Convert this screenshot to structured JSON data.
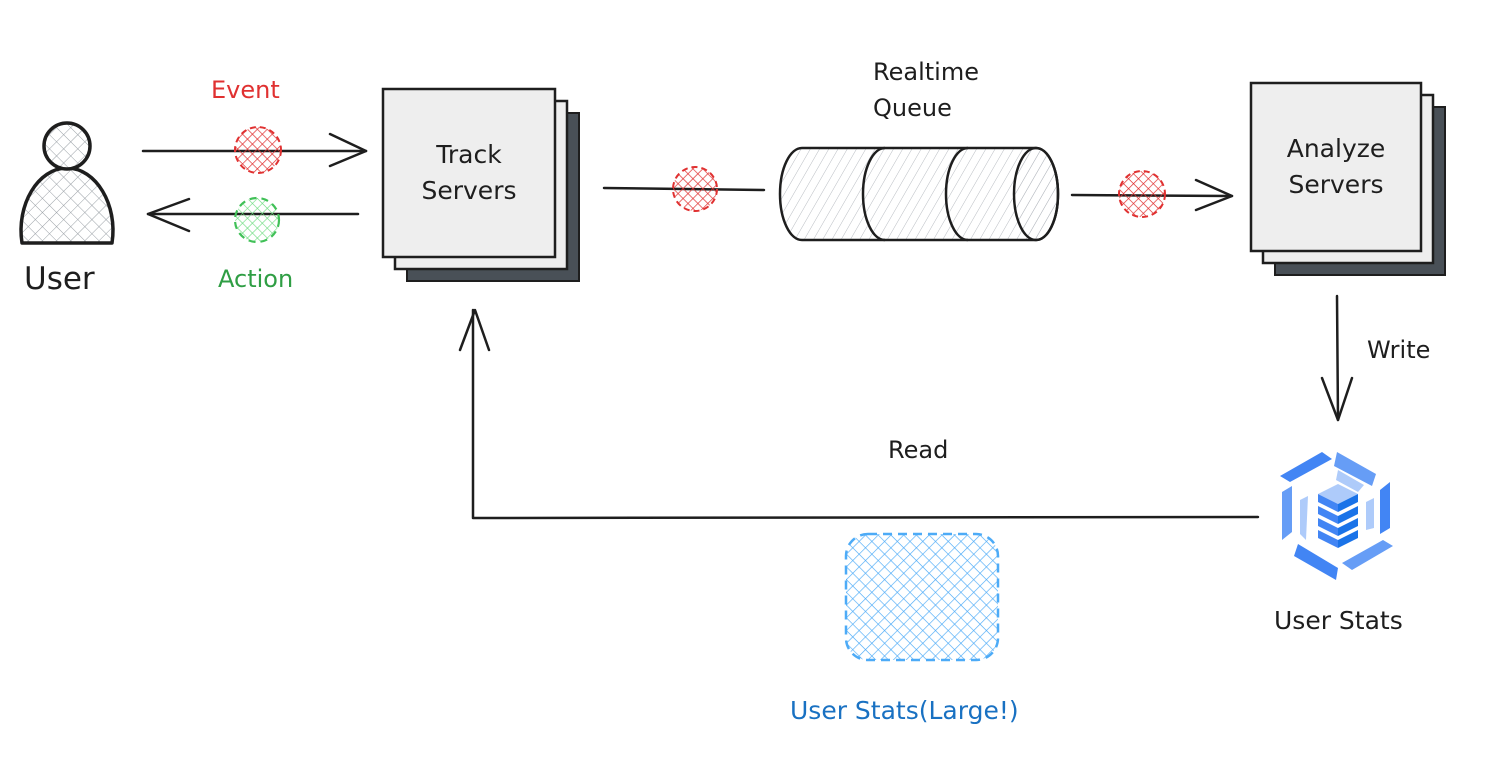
{
  "labels": {
    "user": "User",
    "event": "Event",
    "action": "Action",
    "track_servers_line1": "Track",
    "track_servers_line2": "Servers",
    "queue_line1": "Realtime",
    "queue_line2": "Queue",
    "analyze_servers_line1": "Analyze",
    "analyze_servers_line2": "Servers",
    "write": "Write",
    "read": "Read",
    "user_stats": "User Stats",
    "user_stats_large": "User Stats(Large!)"
  },
  "colors": {
    "ink": "#1e1e1e",
    "event": "#e03131",
    "action": "#2f9e44",
    "blue": "#1971c2",
    "box_fill": "#eeeeee",
    "box_shadow": "#495057",
    "db_icon": "#4285f4"
  },
  "icons": {
    "user": "person-icon",
    "database": "database-stack-icon"
  }
}
